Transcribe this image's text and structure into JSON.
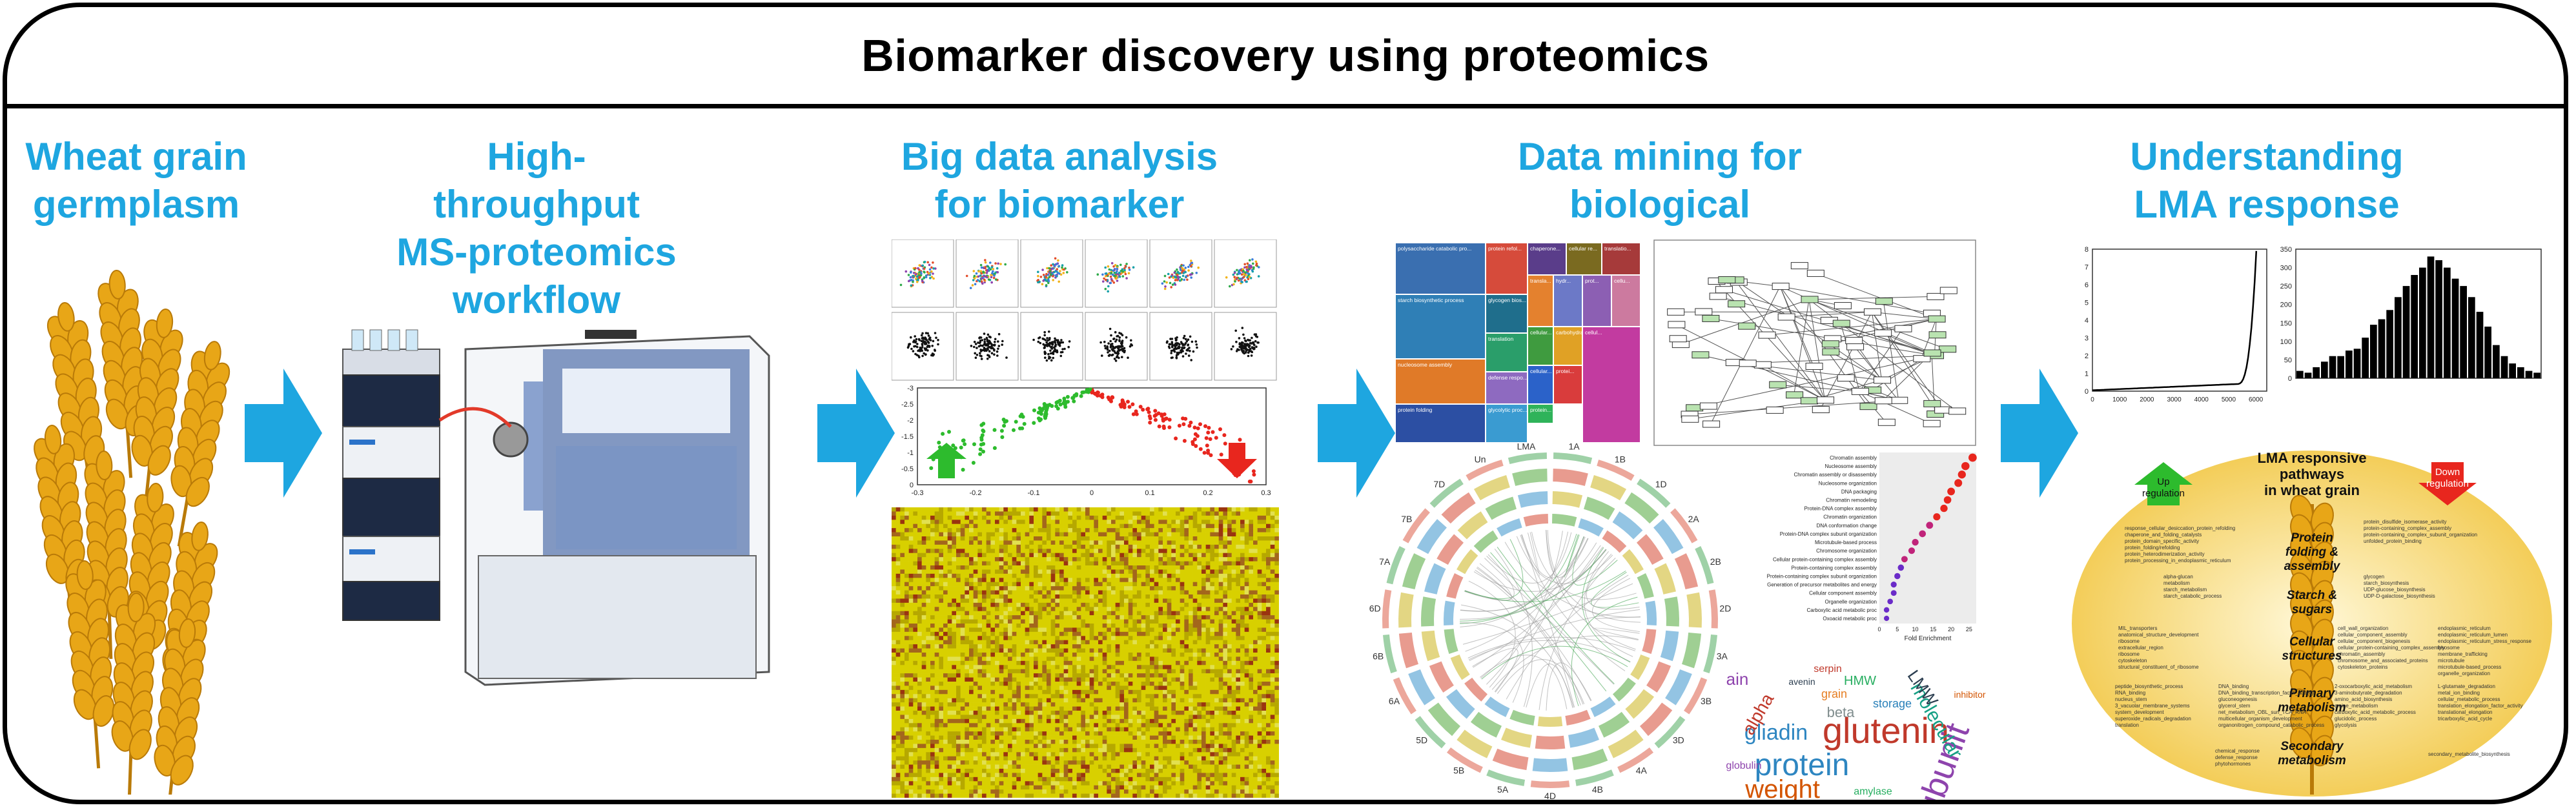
{
  "title": "Biomarker discovery using proteomics",
  "stages": [
    {
      "id": "wheat",
      "label": "Wheat grain germplasm"
    },
    {
      "id": "ms",
      "label": "High-throughput MS-proteomics workflow"
    },
    {
      "id": "bigdata",
      "label": "Big data analysis for biomarker"
    },
    {
      "id": "mining",
      "label": "Data mining for biological"
    },
    {
      "id": "lma",
      "label": "Understanding LMA response"
    }
  ],
  "stage_lines": {
    "wheat": [
      "Wheat grain",
      "germplasm"
    ],
    "ms": [
      "High-",
      "throughput",
      "MS-proteomics",
      "workflow"
    ],
    "bigdata": [
      "Big data analysis",
      "for biomarker"
    ],
    "mining": [
      "Data mining for",
      "biological"
    ],
    "lma": [
      "Understanding",
      "LMA response"
    ]
  },
  "colors": {
    "accent": "#1ea6e0",
    "wheat": "#e8a617",
    "wheat_dark": "#b97a08",
    "up": "#2dbb2d",
    "down": "#e8261e",
    "ellipse": "#f2c94c"
  },
  "lma_diagram": {
    "title_lines": [
      "LMA responsive",
      "pathways",
      "in wheat grain"
    ],
    "up_label": [
      "Up",
      "regulation"
    ],
    "down_label": [
      "Down",
      "regulation"
    ],
    "categories": [
      "Protein folding & assembly",
      "Starch & sugars",
      "Cellular structures",
      "Primary metabolism",
      "Secondary metabolism"
    ],
    "category_lines": [
      [
        "Protein",
        "folding &",
        "assembly"
      ],
      [
        "Starch &",
        "sugars"
      ],
      [
        "Cellular",
        "structures"
      ],
      [
        "Primary",
        "metabolism"
      ],
      [
        "Secondary",
        "metabolism"
      ]
    ]
  },
  "treemap_labels": [
    "polysaccharide catabolic pro...",
    "protein refol...",
    "chaperone...",
    "cellular re...",
    "translatio...",
    "starch biosynthetic process",
    "glycogen bios...",
    "transla...",
    "hydr...",
    "prot...",
    "cellu...",
    "translation",
    "cellular...",
    "carbohydrate...",
    "nucleosome assembly",
    "defense respo...",
    "cellular...",
    "protein folding",
    "glycolytic proc...",
    "protein...",
    "protei...",
    "cellul..."
  ],
  "enrichment_terms": [
    "Chromatin assembly",
    "Nucleosome assembly",
    "Chromatin assembly or disassembly",
    "Nucleosome organization",
    "DNA packaging",
    "Chromatin remodeling",
    "Protein-DNA complex assembly",
    "Chromatin organization",
    "DNA conformation change",
    "Protein-DNA complex subunit organization",
    "Microtubule-based process",
    "Chromosome organization",
    "Cellular protein-containing complex assembly",
    "Protein-containing complex assembly",
    "Protein-containing complex subunit organization",
    "Generation of precursor metabolites and energy",
    "Cellular component assembly",
    "Organelle organization",
    "Carboxylic acid metabolic proc",
    "Oxoacid metabolic proc"
  ],
  "enrichment_axis": {
    "xlabel": "Fold Enrichment",
    "ticks": [
      "0",
      "5",
      "10",
      "15",
      "20",
      "25"
    ]
  },
  "wordcloud": [
    "glutenin",
    "protein",
    "subunit",
    "gliadin",
    "weight",
    "molecular",
    "alpha",
    "beta",
    "LMW",
    "HMW",
    "grain",
    "storage",
    "globulin",
    "serpin",
    "amylase",
    "inhibitor",
    "avenin",
    "ain"
  ],
  "volcano_axis": {
    "x_ticks": [
      "-0.3",
      "-0.2",
      "-0.1",
      "0",
      "0.1",
      "0.2",
      "0.3"
    ],
    "y_ticks": [
      "-3",
      "-2.5",
      "-2",
      "-1.5",
      "-1",
      "-0.5",
      "0"
    ]
  },
  "circos_labels": [
    "1A",
    "1B",
    "1D",
    "2A",
    "2B",
    "2D",
    "3A",
    "3B",
    "3D",
    "4A",
    "4B",
    "4D",
    "5A",
    "5B",
    "5D",
    "6A",
    "6B",
    "6D",
    "7A",
    "7B",
    "7D",
    "Un",
    "LMA"
  ],
  "chart_left": {
    "y_ticks": [
      "0",
      "1",
      "2",
      "3",
      "4",
      "5",
      "6",
      "7",
      "8"
    ],
    "x_ticks": [
      "0",
      "1000",
      "2000",
      "3000",
      "4000",
      "5000",
      "6000"
    ]
  },
  "chart_right": {
    "y_ticks": [
      "0",
      "50",
      "100",
      "150",
      "200",
      "250",
      "300",
      "350"
    ]
  },
  "lma_terms": {
    "up_folding": [
      "response_cellular_desiccation_protein_refolding",
      "chaperone_and_folding_catalysts",
      "protein_domain_specific_activity",
      "protein_folding/refolding",
      "protein_heterodimerization_activity",
      "protein_processing_in_endoplasmic_reticulum"
    ],
    "down_folding": [
      "protein_disulfide_isomerase_activity",
      "protein-containing_complex_assembly",
      "protein-containing_complex_subunit_organization",
      "unfolded_protein_binding"
    ],
    "up_starch": [
      "alpha-glucan",
      "metabolism",
      "starch_metabolism",
      "starch_catabolic_process"
    ],
    "down_starch": [
      "glycogen",
      "starch_biosynthesis",
      "UDP-glucose_biosynthesis",
      "UDP-D-galactose_biosynthesis"
    ],
    "up_cell": [
      "MIL_transporters",
      "anatomical_structure_development",
      "ribosome",
      "extracellular_region",
      "ribosome",
      "cytoskeleton",
      "structural_constituent_of_ribosome"
    ],
    "down_cell": [
      "cell_wall_organization",
      "cellular_component_assembly",
      "cellular_component_biogenesis",
      "cellular_protein-containing_complex_assembly",
      "chromatin_assembly",
      "chromosome_and_associated_proteins",
      "cytoskeleton_proteins"
    ],
    "down_cell2": [
      "endoplasmic_reticulum",
      "endoplasmic_reticulum_lumen",
      "endoplasmic_reticulum_stress_response",
      "lysosome",
      "membrane_trafficking",
      "microtubule",
      "microtubule-based_process",
      "organelle_organization"
    ],
    "up_primary": [
      "peptide_biosynthetic_process",
      "RNA_binding",
      "nucleus_stem",
      "3_vacuolar_membrane_systems",
      "system_development",
      "superoxide_radicals_degradation",
      "translation"
    ],
    "up_primary2": [
      "DNA_binding",
      "DNA_binding_transcription_factor_activity",
      "gluconeogenesis",
      "glycerol_stem",
      "net_metabolism_OBL_sun_TCA_RNA",
      "multicellular_organism_development",
      "organonitrogen_compound_catabolic_process"
    ],
    "down_primary": [
      "2-oxocarboxylic_acid_metabolism",
      "3-aminobutyrate_degradation",
      "amino_acid_biosynthesis",
      "amine_metabolism",
      "carboxylic_acid_metabolic_process",
      "glucidolic_process",
      "glycolysis"
    ],
    "down_primary2": [
      "L-glutamate_degradation",
      "metal_ion_binding",
      "cellular_metabolic_process",
      "translation_elongation_factor_activity",
      "translational_elongation",
      "tricarboxylic_acid_cycle"
    ],
    "up_secondary": [
      "chemical_response",
      "defense_response",
      "phytohormones"
    ],
    "down_secondary": [
      "secondary_metabolite_biosynthesis"
    ]
  }
}
